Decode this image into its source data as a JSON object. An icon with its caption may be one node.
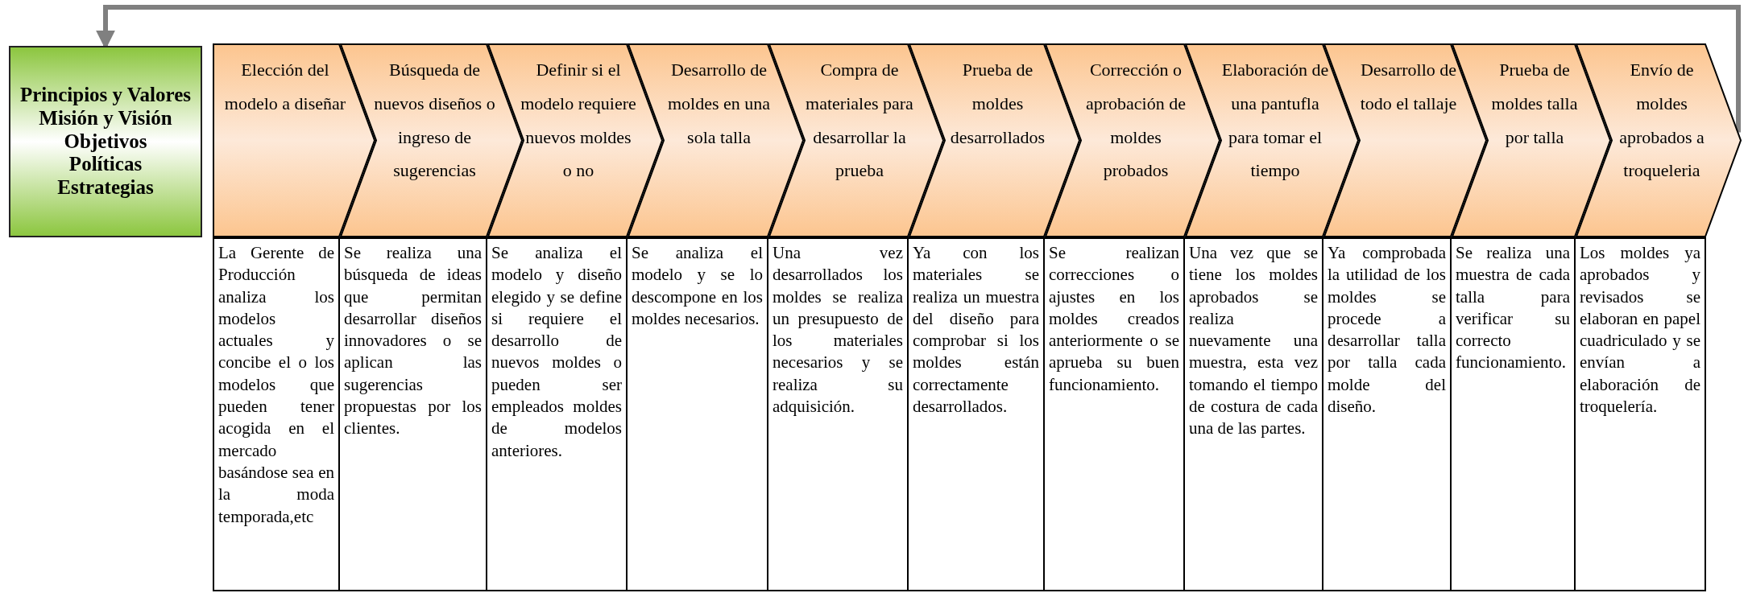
{
  "diagram": {
    "nodes": [
      {
        "text": [
          "Principios y Valores",
          "Misión y Visión",
          "Objetivos",
          "Políticas",
          "Estrategias"
        ]
      },
      {
        "text": [
          "Elección del modelo a diseñar"
        ]
      },
      {
        "text": [
          "Búsqueda de nuevos diseños o ingreso de sugerencias"
        ]
      },
      {
        "text": [
          "Definir si el modelo requiere nuevos moldes o no"
        ]
      },
      {
        "text": [
          "Desarrollo de moldes en una sola talla"
        ]
      },
      {
        "text": [
          "Compra de materiales para desarrollar la prueba"
        ]
      },
      {
        "text": [
          "Prueba de moldes desarrollados"
        ]
      },
      {
        "text": [
          "Corrección o aprobación de moldes probados"
        ]
      },
      {
        "text": [
          "Elaboración de una pantufla para tomar el tiempo"
        ]
      },
      {
        "text": [
          "Desarrollo de todo el tallaje"
        ]
      },
      {
        "text": [
          "Prueba de moldes talla por talla"
        ]
      },
      {
        "text": [
          "Envío de moldes aprobados a troqueleria"
        ]
      },
      {
        "text": [
          "La Gerente de Producción analiza los modelos actuales y concibe el o los modelos que pueden tener acogida en el mercado basándose sea en la moda temporada,etc"
        ]
      },
      {
        "text": [
          "Se realiza una búsqueda de ideas que permitan desarrollar diseños innovadores o se aplican las sugerencias propuestas por los clientes."
        ]
      },
      {
        "text": [
          "Se analiza el modelo y diseño elegido y se define si requiere el desarrollo de nuevos moldes o pueden ser empleados moldes de modelos anteriores."
        ]
      },
      {
        "text": [
          "Se analiza el modelo y se lo descompone en los moldes necesarios."
        ]
      },
      {
        "text": [
          "Una vez desarrollados los moldes se realiza un presupuesto de los materiales necesarios y se realiza su adquisición."
        ]
      },
      {
        "text": [
          "Ya con los materiales se realiza un muestra del diseño para comprobar si los moldes están correctamente desarrollados."
        ]
      },
      {
        "text": [
          "Se realizan correcciones o ajustes en los moldes creados anteriormente o se aprueba su buen funcionamiento."
        ]
      },
      {
        "text": [
          "Una vez que se tiene los moldes aprobados se realiza nuevamente una muestra, esta vez tomando el tiempo de costura de cada una de las partes."
        ]
      },
      {
        "text": [
          "Ya comprobada la utilidad de los moldes se procede a desarrollar talla por talla cada molde del diseño."
        ]
      },
      {
        "text": [
          "Se realiza una muestra de cada talla para verificar su correcto funcionamiento."
        ]
      },
      {
        "text": [
          "Los moldes ya aprobados y revisados se elaboran en papel cuadriculado y se envían a elaboración de troquelería."
        ]
      }
    ],
    "edges": [
      {
        "from": 11,
        "to": 0,
        "arrow": "to"
      }
    ]
  }
}
